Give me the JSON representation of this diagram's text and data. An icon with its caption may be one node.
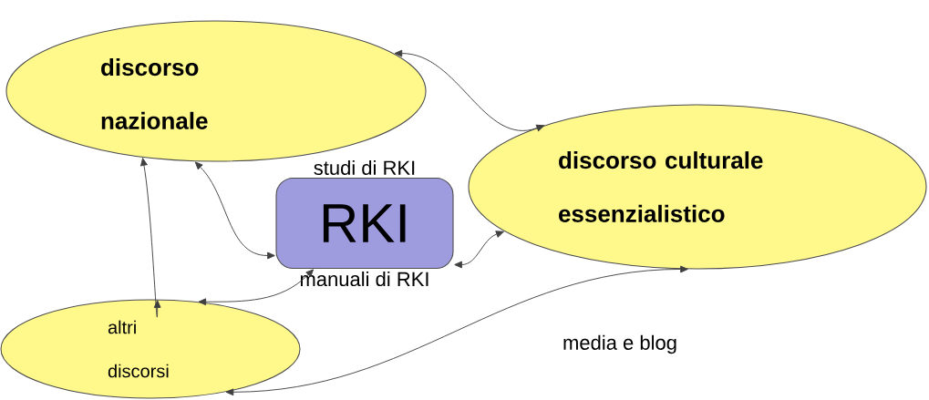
{
  "diagram": {
    "nodes": [
      {
        "text": [
          "discorso nazionale"
        ]
      },
      {
        "text": [
          "discorso culturale essenzialistico"
        ]
      },
      {
        "text": [
          "RKI"
        ],
        "beside": [
          "studi di RKI",
          "manuali di RKI"
        ]
      },
      {
        "text": [
          "altri discorsi"
        ]
      }
    ],
    "edges": [
      {
        "from": 0,
        "to": 1,
        "arrow": "both"
      },
      {
        "from": 0,
        "to": 3,
        "arrow": "both"
      },
      {
        "from": 0,
        "to": 2,
        "arrow": "both"
      },
      {
        "from": 2,
        "to": 1,
        "arrow": "both"
      },
      {
        "from": 2,
        "to": 3,
        "arrow": "both"
      },
      {
        "from": 3,
        "to": 1,
        "arrow": "both",
        "label": "media e blog"
      }
    ]
  }
}
